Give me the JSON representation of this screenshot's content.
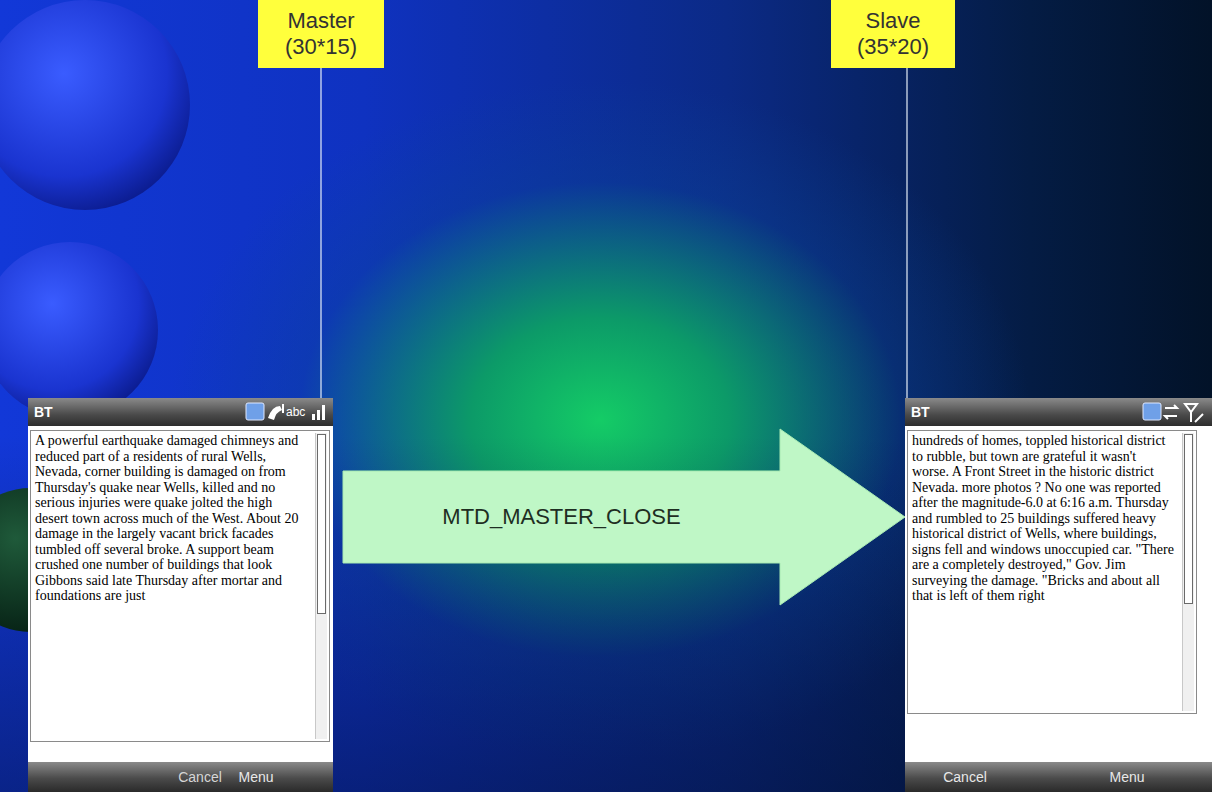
{
  "diagram": {
    "nodes": [
      {
        "text": [
          "Master (30*15)"
        ]
      },
      {
        "text": [
          "Slave (35*20)"
        ]
      },
      {
        "text": [
          "BT",
          "abc",
          "A powerful earthquake damaged chimneys and reduced part of a residents of rural Wells, Nevada, corner building is damaged on from Thursday's quake near Wells, killed and no serious injuries were quake jolted the high desert town across much of the West. About 20 damage in the largely vacant brick facades tumbled off several broke. A support beam crushed one number of buildings that look Gibbons said late Thursday after mortar and foundations are just",
          "Cancel",
          "Menu"
        ]
      },
      {
        "text": [
          "BT",
          "hundreds of homes, toppled historical district to rubble, but town are grateful it wasn't worse. A Front Street in the historic district Nevada. more photos ? No one was reported after the magnitude-6.0 at 6:16 a.m. Thursday and rumbled to 25 buildings suffered heavy historical district of Wells, where buildings, signs fell and windows unoccupied car. \"There are a completely destroyed,\" Gov. Jim surveying the damage. \"Bricks and about all that is left of them right",
          "Cancel",
          "Menu"
        ]
      }
    ],
    "edges": [
      {
        "from": 0,
        "to": 2,
        "arrow": "none"
      },
      {
        "from": 1,
        "to": 3,
        "arrow": "none"
      },
      {
        "from": 2,
        "to": 3,
        "label": "MTD_MASTER_CLOSE",
        "arrow": "to"
      }
    ]
  }
}
